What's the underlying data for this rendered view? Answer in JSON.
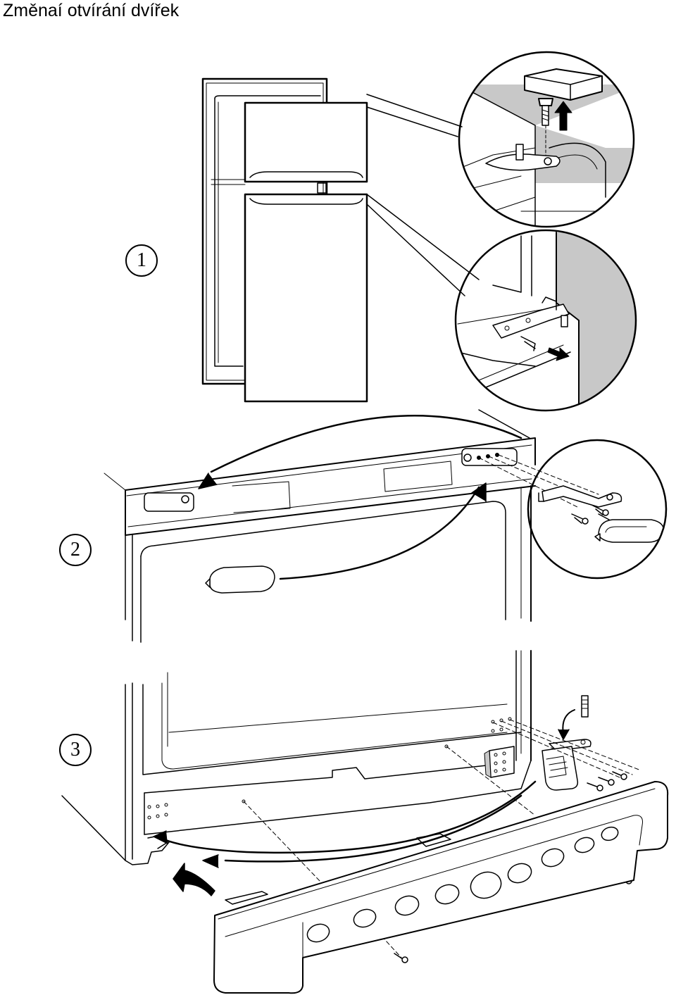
{
  "title": "Změnaí otvírání dvířek",
  "steps": [
    {
      "label": "1"
    },
    {
      "label": "2"
    },
    {
      "label": "3"
    }
  ],
  "colors": {
    "line": "#000000",
    "shade": "#c8c8c8",
    "background": "#ffffff"
  },
  "icons": [
    "arrow-up-icon",
    "arrow-right-icon",
    "curved-arrow-icon",
    "screw-icon",
    "hinge-icon"
  ]
}
